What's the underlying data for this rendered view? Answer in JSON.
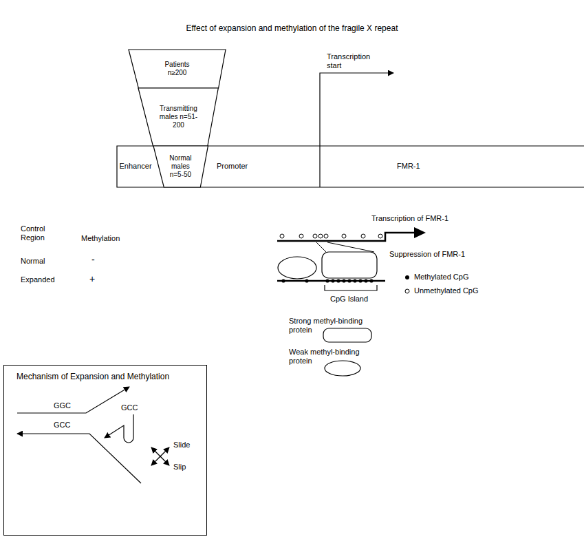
{
  "diagram": {
    "title": "Effect of expansion and methylation of the fragile X repeat",
    "nodes": [
      {
        "text": [
          "Patients n≥200"
        ]
      },
      {
        "text": [
          "Transmitting males n=51-200"
        ]
      },
      {
        "text": [
          "Enhancer"
        ]
      },
      {
        "text": [
          "Normal males n=5-50"
        ]
      },
      {
        "text": [
          "Promoter"
        ]
      },
      {
        "text": [
          "FMR-1"
        ]
      },
      {
        "text": [
          "Mechanism of Expansion and Methylation"
        ]
      }
    ],
    "labels": [
      "Transcription start",
      "Control Region",
      "Methylation",
      "Normal",
      "-",
      "Expanded",
      "+",
      "Transcription of FMR-1",
      "Suppression of FMR-1",
      "CpG Island",
      "GGC",
      "GCC",
      "GCC",
      "Slide",
      "Slip"
    ],
    "legend": [
      {
        "text": "Methylated CpG"
      },
      {
        "text": "Unmethylated CpG"
      },
      {
        "text": "Strong methyl-binding protein"
      },
      {
        "text": "Weak methyl-binding protein"
      }
    ]
  }
}
